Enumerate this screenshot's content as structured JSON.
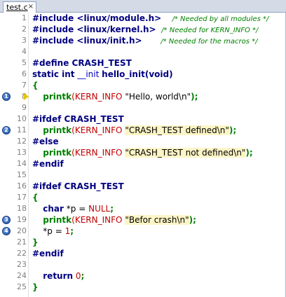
{
  "tab": {
    "label": "test.c",
    "close": "×"
  },
  "lines": [
    {
      "n": "1"
    },
    {
      "n": "2"
    },
    {
      "n": "3"
    },
    {
      "n": "4"
    },
    {
      "n": "5"
    },
    {
      "n": "6"
    },
    {
      "n": "7"
    },
    {
      "n": "8"
    },
    {
      "n": "9"
    },
    {
      "n": "10"
    },
    {
      "n": "11"
    },
    {
      "n": "12"
    },
    {
      "n": "13"
    },
    {
      "n": "14"
    },
    {
      "n": "15"
    },
    {
      "n": "16"
    },
    {
      "n": "17"
    },
    {
      "n": "18"
    },
    {
      "n": "19"
    },
    {
      "n": "20"
    },
    {
      "n": "21"
    },
    {
      "n": "22"
    },
    {
      "n": "23"
    },
    {
      "n": "24"
    },
    {
      "n": "25"
    }
  ],
  "markers": [
    "1",
    "2",
    "3",
    "4"
  ],
  "code": {
    "inc1": "#include <linux/module.h>",
    "inc1_c": "/* Needed by all modules */",
    "inc2": "#include <linux/kernel.h>",
    "inc2_c": "/* Needed for KERN_INFO */",
    "inc3": "#include <linux/init.h>",
    "inc3_c": "/* Needed for the macros */",
    "def": "#define CRASH_TEST",
    "sig_kw": "static int",
    "sig_init": "__init",
    "sig_fn": "hello_init",
    "sig_args": "(void)",
    "brace_open": "{",
    "printk": "printk",
    "paren_open": "(",
    "kern_info": "KERN_INFO",
    "str_hello": "\"Hello, world\\n\"",
    "close_semi": ");",
    "ifdef": "#ifdef CRASH_TEST",
    "str_defined": "\"CRASH_TEST defined\\n\"",
    "else": "#else",
    "str_not": "\"CRASH_TEST not defined\\n\"",
    "endif": "#endif",
    "char_kw": "char",
    "ptr_decl": "*p =",
    "null": "NULL",
    "semi": ";",
    "str_crash": "\"Befor crash\\n\"",
    "assign": "*p =",
    "one": "1",
    "brace_close": "}",
    "return_kw": "return",
    "zero": "0"
  }
}
